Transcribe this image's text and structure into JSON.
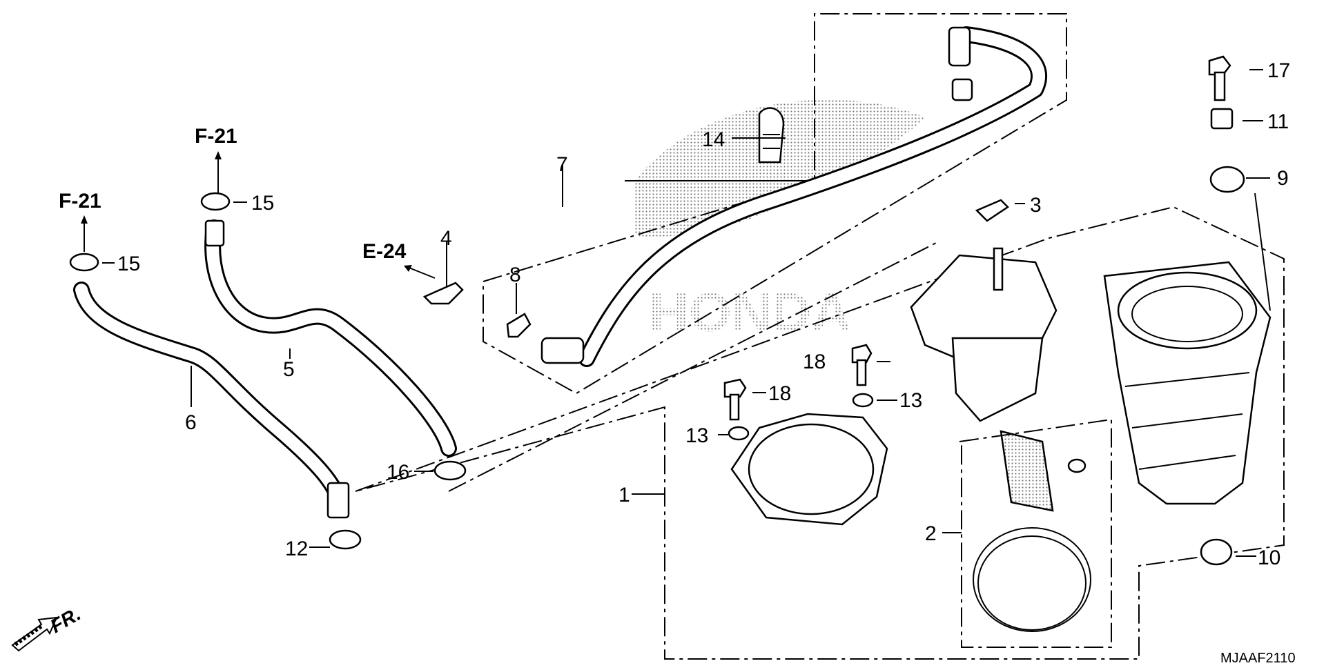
{
  "diagram": {
    "callouts": {
      "c1": "1",
      "c2": "2",
      "c3": "3",
      "c4": "4",
      "c5": "5",
      "c6": "6",
      "c7": "7",
      "c8": "8",
      "c9": "9",
      "c10": "10",
      "c11": "11",
      "c12": "12",
      "c13a": "13",
      "c13b": "13",
      "c14": "14",
      "c15a": "15",
      "c15b": "15",
      "c16": "16",
      "c17": "17",
      "c18a": "18",
      "c18b": "18"
    },
    "references": {
      "f21_left": "F-21",
      "f21_mid": "F-21",
      "e24": "E-24"
    },
    "front_label": "FR.",
    "diagram_code": "MJAAF2110",
    "watermark": "HONDA"
  }
}
